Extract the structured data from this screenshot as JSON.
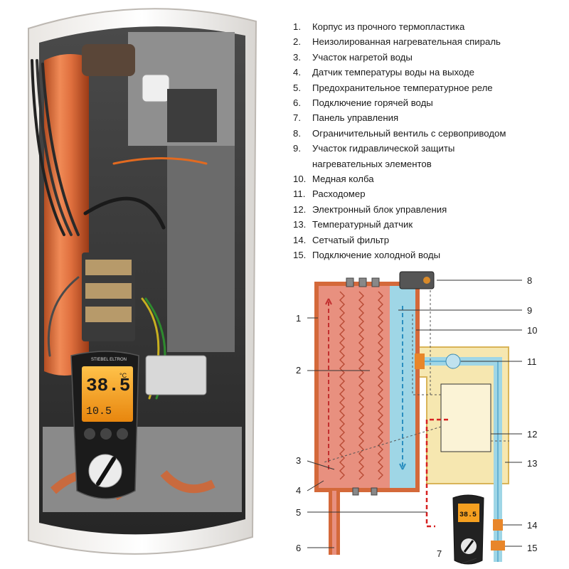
{
  "legend": {
    "items": [
      {
        "num": "1.",
        "text": "Корпус из прочного термопластика"
      },
      {
        "num": "2.",
        "text": "Неизолированная нагревательная спираль"
      },
      {
        "num": "3.",
        "text": "Участок нагретой воды"
      },
      {
        "num": "4.",
        "text": "Датчик температуры воды на выходе"
      },
      {
        "num": "5.",
        "text": "Предохранительное температурное реле"
      },
      {
        "num": "6.",
        "text": "Подключение горячей воды"
      },
      {
        "num": "7.",
        "text": "Панель управления"
      },
      {
        "num": "8.",
        "text": "Ограничительный вентиль с сервоприводом"
      },
      {
        "num": "9.",
        "text": "Участок гидравлической защиты\nнагревательных элементов"
      },
      {
        "num": "10.",
        "text": "Медная колба"
      },
      {
        "num": "11.",
        "text": "Расходомер"
      },
      {
        "num": "12.",
        "text": "Электронный блок управления"
      },
      {
        "num": "13.",
        "text": "Температурный датчик"
      },
      {
        "num": "14.",
        "text": "Сетчатый фильтр"
      },
      {
        "num": "15.",
        "text": "Подключение холодной воды"
      }
    ]
  },
  "callouts": [
    "1",
    "2",
    "3",
    "4",
    "5",
    "6",
    "7",
    "8",
    "9",
    "10",
    "11",
    "12",
    "13",
    "14",
    "15"
  ],
  "display": {
    "brand": "STIEBEL ELTRON",
    "temperature": "38.5",
    "unit": "°C",
    "flow": "10.5",
    "small_temperature": "38.5"
  },
  "colors": {
    "heater_red": "#e8907f",
    "cold_blue": "#9fd6e6",
    "electronics_yellow": "#f6e7b0",
    "copper": "#d4693a",
    "screen_orange": "#f5a020"
  }
}
